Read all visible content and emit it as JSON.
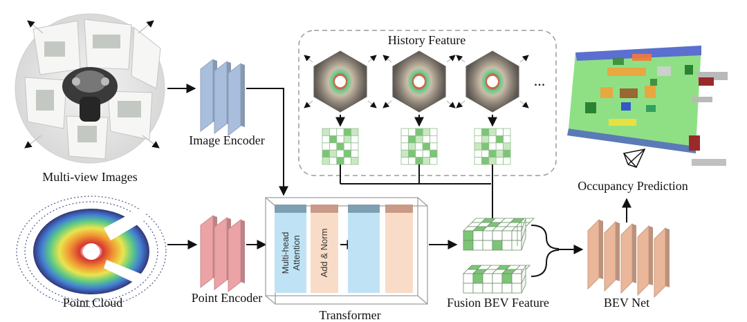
{
  "labels": {
    "multiview": "Multi-view Images",
    "image_encoder": "Image Encoder",
    "history": "History Feature",
    "ellipsis": "...",
    "occupancy": "Occupancy Prediction",
    "point_cloud": "Point Cloud",
    "point_encoder": "Point Encoder",
    "mha": "Multi-head",
    "attention": "Attention",
    "addnorm": "Add & Norm",
    "transformer": "Transformer",
    "fusion": "Fusion BEV Feature",
    "bevnet": "BEV Net"
  },
  "colors": {
    "image_encoder": "#a9bedd",
    "point_encoder": "#eba3a6",
    "bev_net": "#eab79a",
    "attention": "#bfe3f5",
    "addnorm": "#f9dcc8",
    "grid_green": "#7cc576",
    "grid_light": "#c9e8c2",
    "floor": "#8fe085"
  },
  "history_grids": [
    [
      [
        0,
        0,
        0,
        1,
        0
      ],
      [
        0,
        1,
        0,
        0,
        0
      ],
      [
        0,
        0,
        1,
        0,
        0
      ],
      [
        1,
        0,
        0,
        1,
        0
      ],
      [
        0,
        0,
        1,
        0,
        0
      ]
    ],
    [
      [
        0,
        0,
        1,
        0,
        0
      ],
      [
        0,
        1,
        0,
        0,
        0
      ],
      [
        0,
        0,
        0,
        1,
        0
      ],
      [
        0,
        1,
        0,
        0,
        1
      ],
      [
        0,
        0,
        1,
        0,
        0
      ]
    ],
    [
      [
        0,
        1,
        0,
        0,
        0
      ],
      [
        0,
        0,
        0,
        1,
        0
      ],
      [
        0,
        1,
        0,
        0,
        0
      ],
      [
        0,
        0,
        1,
        0,
        1
      ],
      [
        0,
        1,
        0,
        0,
        0
      ]
    ]
  ]
}
